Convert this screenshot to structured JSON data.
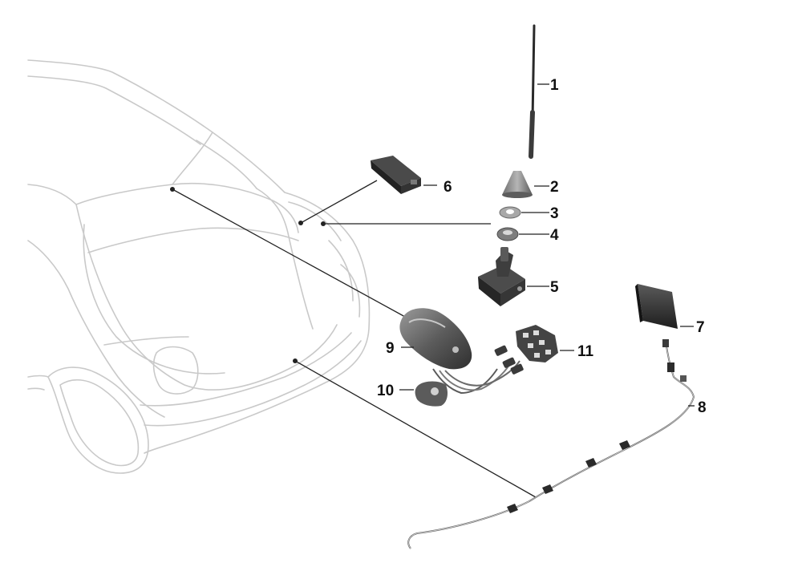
{
  "callouts": [
    {
      "id": "1",
      "label": "1"
    },
    {
      "id": "2",
      "label": "2"
    },
    {
      "id": "3",
      "label": "3"
    },
    {
      "id": "4",
      "label": "4"
    },
    {
      "id": "5",
      "label": "5"
    },
    {
      "id": "6",
      "label": "6"
    },
    {
      "id": "7",
      "label": "7"
    },
    {
      "id": "8",
      "label": "8"
    },
    {
      "id": "9",
      "label": "9"
    },
    {
      "id": "10",
      "label": "10"
    },
    {
      "id": "11",
      "label": "11"
    }
  ],
  "colors": {
    "car_outline": "#c9c9c9",
    "leader_line": "#222222",
    "part_dark": "#3a3a3a",
    "part_grey": "#8c8c8c",
    "background": "#ffffff"
  }
}
